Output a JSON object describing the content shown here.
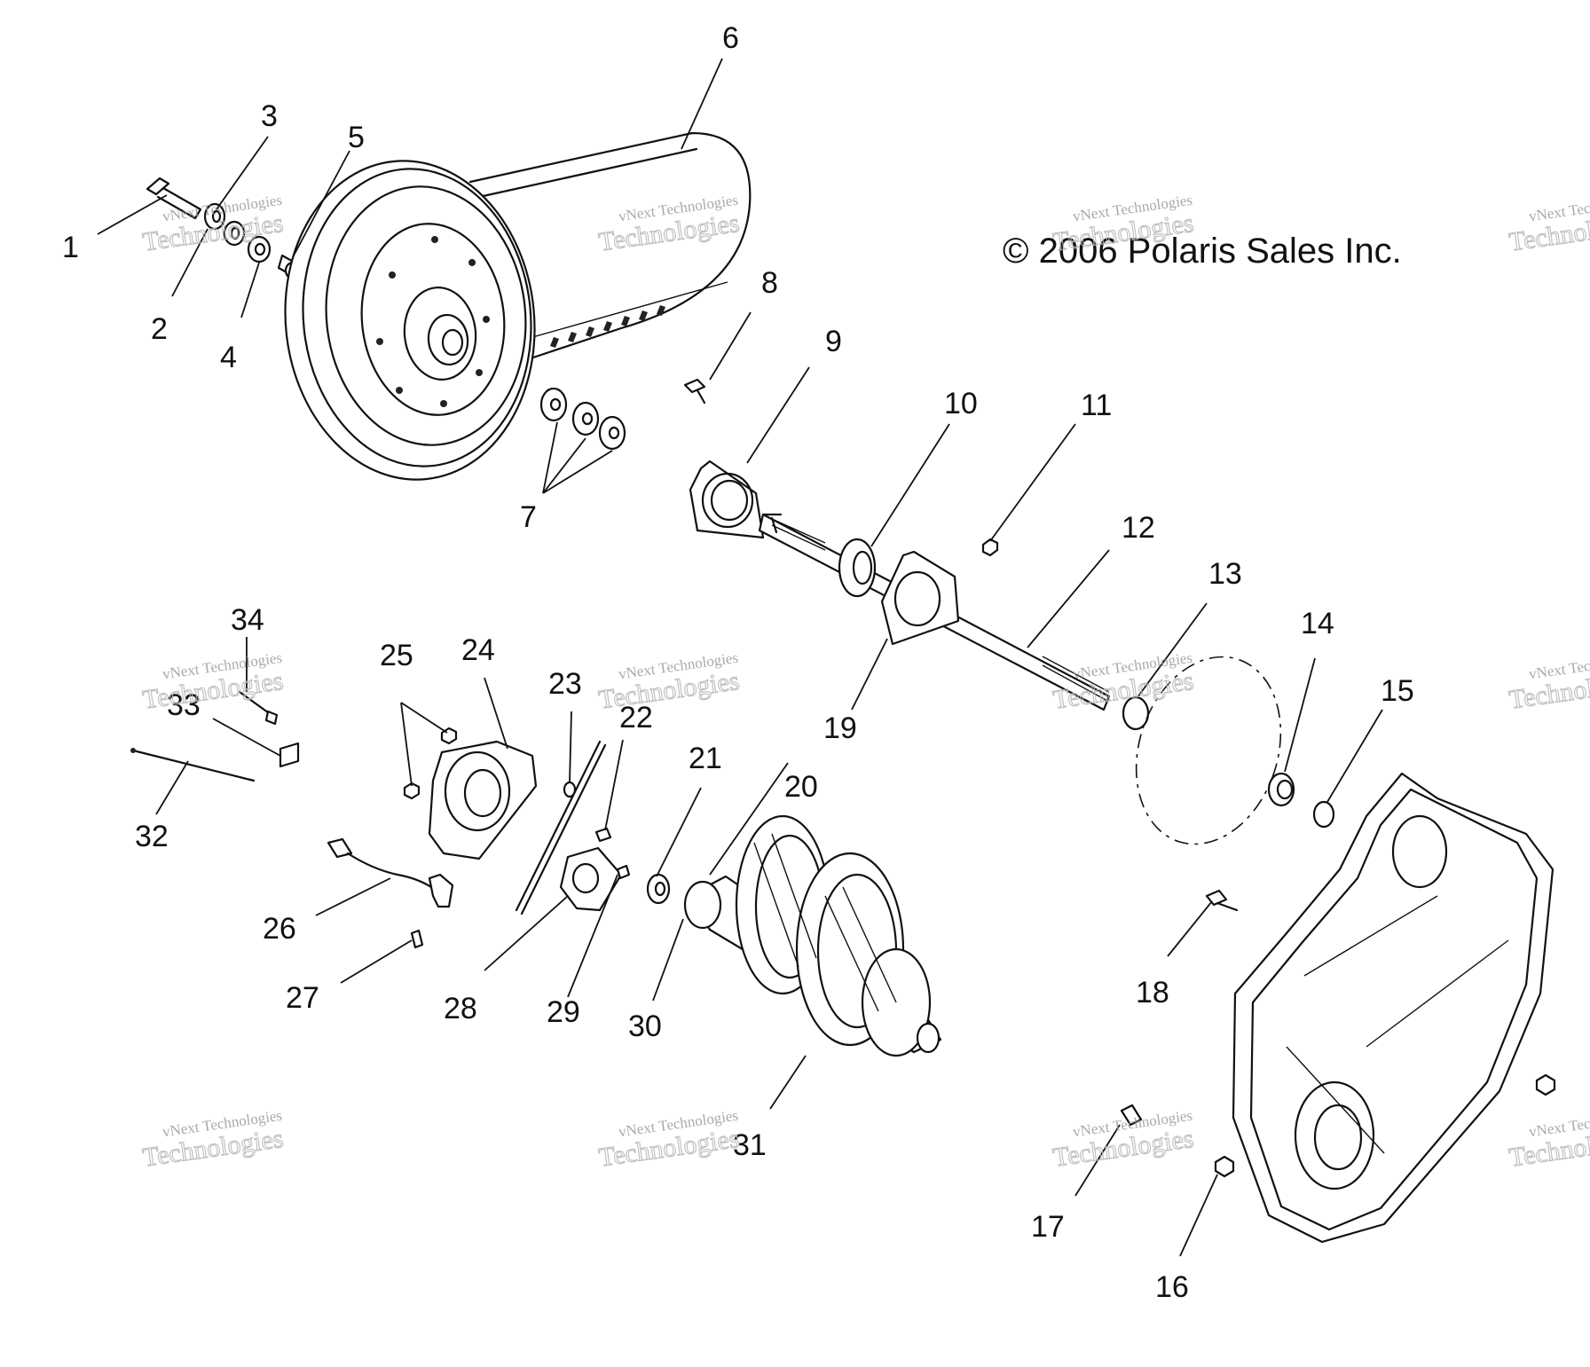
{
  "copyright": "© 2006 Polaris Sales Inc.",
  "watermark": {
    "line1": "vNext Technologies",
    "line2": "Technologies"
  },
  "callouts": [
    {
      "id": "1",
      "label": "1"
    },
    {
      "id": "2",
      "label": "2"
    },
    {
      "id": "3",
      "label": "3"
    },
    {
      "id": "4",
      "label": "4"
    },
    {
      "id": "5",
      "label": "5"
    },
    {
      "id": "6",
      "label": "6"
    },
    {
      "id": "7",
      "label": "7"
    },
    {
      "id": "8",
      "label": "8"
    },
    {
      "id": "9",
      "label": "9"
    },
    {
      "id": "10",
      "label": "10"
    },
    {
      "id": "11",
      "label": "11"
    },
    {
      "id": "12",
      "label": "12"
    },
    {
      "id": "13",
      "label": "13"
    },
    {
      "id": "14",
      "label": "14"
    },
    {
      "id": "15",
      "label": "15"
    },
    {
      "id": "16",
      "label": "16"
    },
    {
      "id": "17",
      "label": "17"
    },
    {
      "id": "18",
      "label": "18"
    },
    {
      "id": "19",
      "label": "19"
    },
    {
      "id": "20",
      "label": "20"
    },
    {
      "id": "21",
      "label": "21"
    },
    {
      "id": "22",
      "label": "22"
    },
    {
      "id": "23",
      "label": "23"
    },
    {
      "id": "24",
      "label": "24"
    },
    {
      "id": "25",
      "label": "25"
    },
    {
      "id": "26",
      "label": "26"
    },
    {
      "id": "27",
      "label": "27"
    },
    {
      "id": "28",
      "label": "28"
    },
    {
      "id": "29",
      "label": "29"
    },
    {
      "id": "30",
      "label": "30"
    },
    {
      "id": "31",
      "label": "31"
    },
    {
      "id": "32",
      "label": "32"
    },
    {
      "id": "33",
      "label": "33"
    },
    {
      "id": "34",
      "label": "34"
    }
  ]
}
